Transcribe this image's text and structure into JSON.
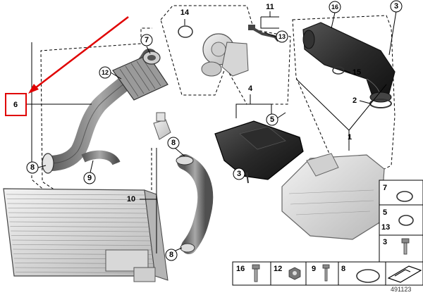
{
  "diagram": {
    "document_number": "491123",
    "highlight_color": "#e00000",
    "callouts": {
      "c1": "1",
      "c2": "2",
      "c3a": "3",
      "c3b": "3",
      "c4": "4",
      "c5": "5",
      "c6": "6",
      "c7": "7",
      "c8a": "8",
      "c8b": "8",
      "c8c": "8",
      "c9": "9",
      "c10": "10",
      "c11": "11",
      "c12": "12",
      "c13": "13",
      "c14": "14",
      "c15": "15",
      "c16": "16"
    },
    "legend": {
      "side": [
        "7",
        "5",
        "13",
        "3"
      ],
      "bottom": [
        "16",
        "12",
        "9",
        "8"
      ]
    }
  }
}
